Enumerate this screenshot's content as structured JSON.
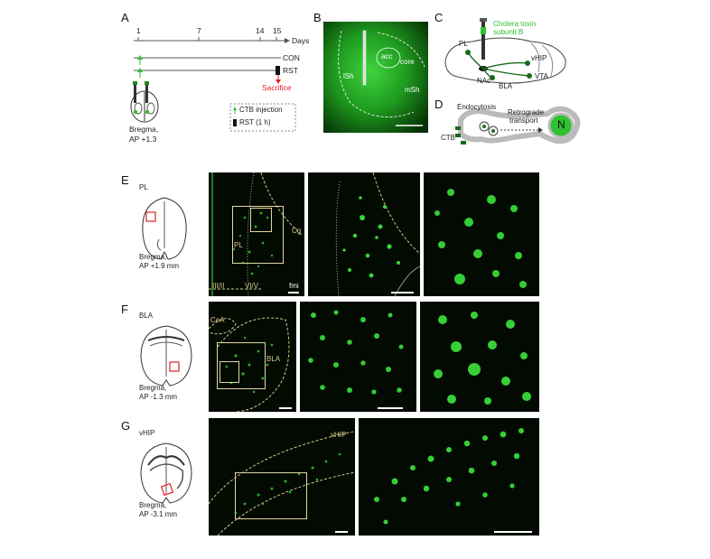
{
  "panels": {
    "A": "A",
    "B": "B",
    "C": "C",
    "D": "D",
    "E": "E",
    "F": "F",
    "G": "G"
  },
  "timeline": {
    "days_label": "Days",
    "ticks": [
      "1",
      "7",
      "14",
      "15"
    ],
    "con": "CON",
    "rst": "RST",
    "sacrifice": "Sacrifice",
    "bregma": "Bregma,",
    "ap": "AP +1.3",
    "legend_ctb": "CTB injection",
    "legend_rst": "RST (1 h)"
  },
  "panelB": {
    "acc": "acc",
    "core": "core",
    "lsh": "lSh",
    "msh": "mSh"
  },
  "panelC": {
    "tox1": "Cholera toxin",
    "tox2": "subunit B",
    "pl": "PL",
    "vhip": "vHIP",
    "nac": "NAc",
    "bla": "BLA",
    "vta": "VTA"
  },
  "panelD": {
    "endo": "Endocytosis",
    "retro1": "Retrograde",
    "retro2": "transport",
    "ctb": "CTB",
    "n": "N"
  },
  "panelE": {
    "region": "PL",
    "bregma": "Bregma,",
    "ap": "AP +1.9 mm",
    "pl": "PL",
    "cg": "Cg",
    "l1": "III/II",
    "l2": "VI/V",
    "fmi": "fmi"
  },
  "panelF": {
    "region": "BLA",
    "bregma": "Bregma,",
    "ap": "AP -1.3 mm",
    "cea": "CeA",
    "bla": "BLA"
  },
  "panelG": {
    "region": "vHIP",
    "bregma": "Bregma,",
    "ap": "AP -3.1 mm",
    "vhip": "vHIP"
  },
  "colors": {
    "green": "#2fc12f",
    "red": "#e02020",
    "yellow": "#e0d7a0",
    "tissue": "#0a3a0a"
  }
}
